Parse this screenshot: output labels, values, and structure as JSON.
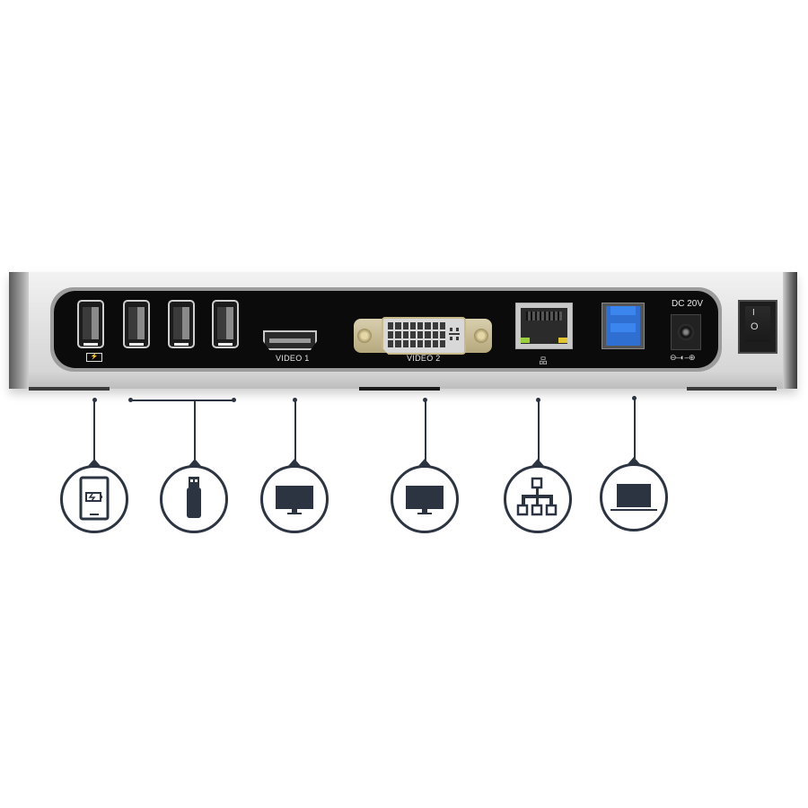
{
  "device": {
    "name": "USB 3.0 docking station (rear view)",
    "ports": [
      {
        "id": "usb-charge",
        "type": "USB-A",
        "icon": "battery-charge-icon"
      },
      {
        "id": "usb-2",
        "type": "USB-A"
      },
      {
        "id": "usb-3",
        "type": "USB-A"
      },
      {
        "id": "usb-4",
        "type": "USB-A"
      },
      {
        "id": "hdmi",
        "type": "HDMI",
        "label": "VIDEO 1"
      },
      {
        "id": "dvi",
        "type": "DVI-I",
        "label": "VIDEO 2"
      },
      {
        "id": "ethernet",
        "type": "RJ45",
        "icon": "lan-icon",
        "icon_glyph": "品"
      },
      {
        "id": "usb-b",
        "type": "USB 3.0 Type-B",
        "color": "#2e6fd1"
      },
      {
        "id": "dc-in",
        "type": "DC jack",
        "label": "DC 20V",
        "polarity": "⊝-◐-⊕"
      }
    ],
    "switch": {
      "on_symbol": "I",
      "off_symbol": "O"
    }
  },
  "labels": {
    "video1": "VIDEO 1",
    "video2": "VIDEO 2",
    "dc": "DC 20V",
    "polarity": "⊖–◐–⊕",
    "charge_glyph": "⚡",
    "lan_glyph": "品",
    "switch_on": "I",
    "switch_off": "O"
  },
  "callouts": [
    {
      "id": "tablet-charging",
      "icon": "tablet-battery-icon",
      "port": "usb-charge"
    },
    {
      "id": "usb-devices",
      "icon": "usb-flash-drive-icon",
      "port": "usb-2..usb-4"
    },
    {
      "id": "monitor-1",
      "icon": "monitor-icon",
      "port": "hdmi"
    },
    {
      "id": "monitor-2",
      "icon": "monitor-icon",
      "port": "dvi"
    },
    {
      "id": "network",
      "icon": "network-hierarchy-icon",
      "port": "ethernet"
    },
    {
      "id": "laptop",
      "icon": "laptop-icon",
      "port": "usb-b"
    }
  ],
  "colors": {
    "callout": "#2b3440",
    "usb3_blue": "#2e6fd1",
    "panel": "#0b0b0b",
    "chassis": "#e0e0e0"
  }
}
